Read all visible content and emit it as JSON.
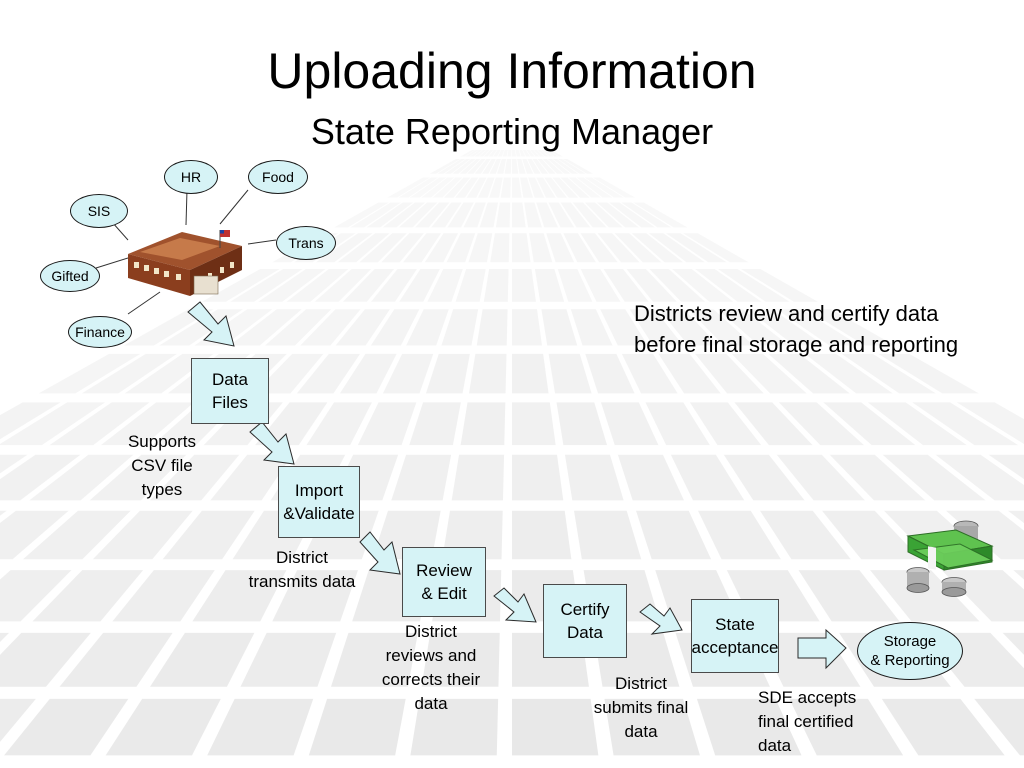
{
  "slide": {
    "title": "Uploading Information",
    "subtitle": "State Reporting Manager"
  },
  "sources": [
    {
      "label": "HR"
    },
    {
      "label": "Food"
    },
    {
      "label": "SIS"
    },
    {
      "label": "Trans"
    },
    {
      "label": "Gifted"
    },
    {
      "label": "Finance"
    }
  ],
  "steps": [
    {
      "label": "Data\nFiles"
    },
    {
      "label": "Import\n&Validate"
    },
    {
      "label": "Review\n& Edit"
    },
    {
      "label": "Certify\nData"
    },
    {
      "label": "State\nacceptance"
    }
  ],
  "final_step": {
    "label": "Storage\n& Reporting"
  },
  "notes": {
    "csv": "Supports\nCSV file\ntypes",
    "transmit": "District\ntransmits data",
    "review": "District\nreviews and\ncorrects their\ndata",
    "submit": "District\nsubmits final\ndata",
    "sde": "SDE accepts\nfinal certified\ndata"
  },
  "description": "Districts review and certify data before final storage and reporting",
  "icons": {
    "building": "school-building-icon",
    "money": "money-stack-icon"
  },
  "colors": {
    "box_fill": "#d6f3f6",
    "arrow_fill": "#d6f3f6",
    "money_green": "#3aa335",
    "building_brown": "#7a3a1c"
  }
}
